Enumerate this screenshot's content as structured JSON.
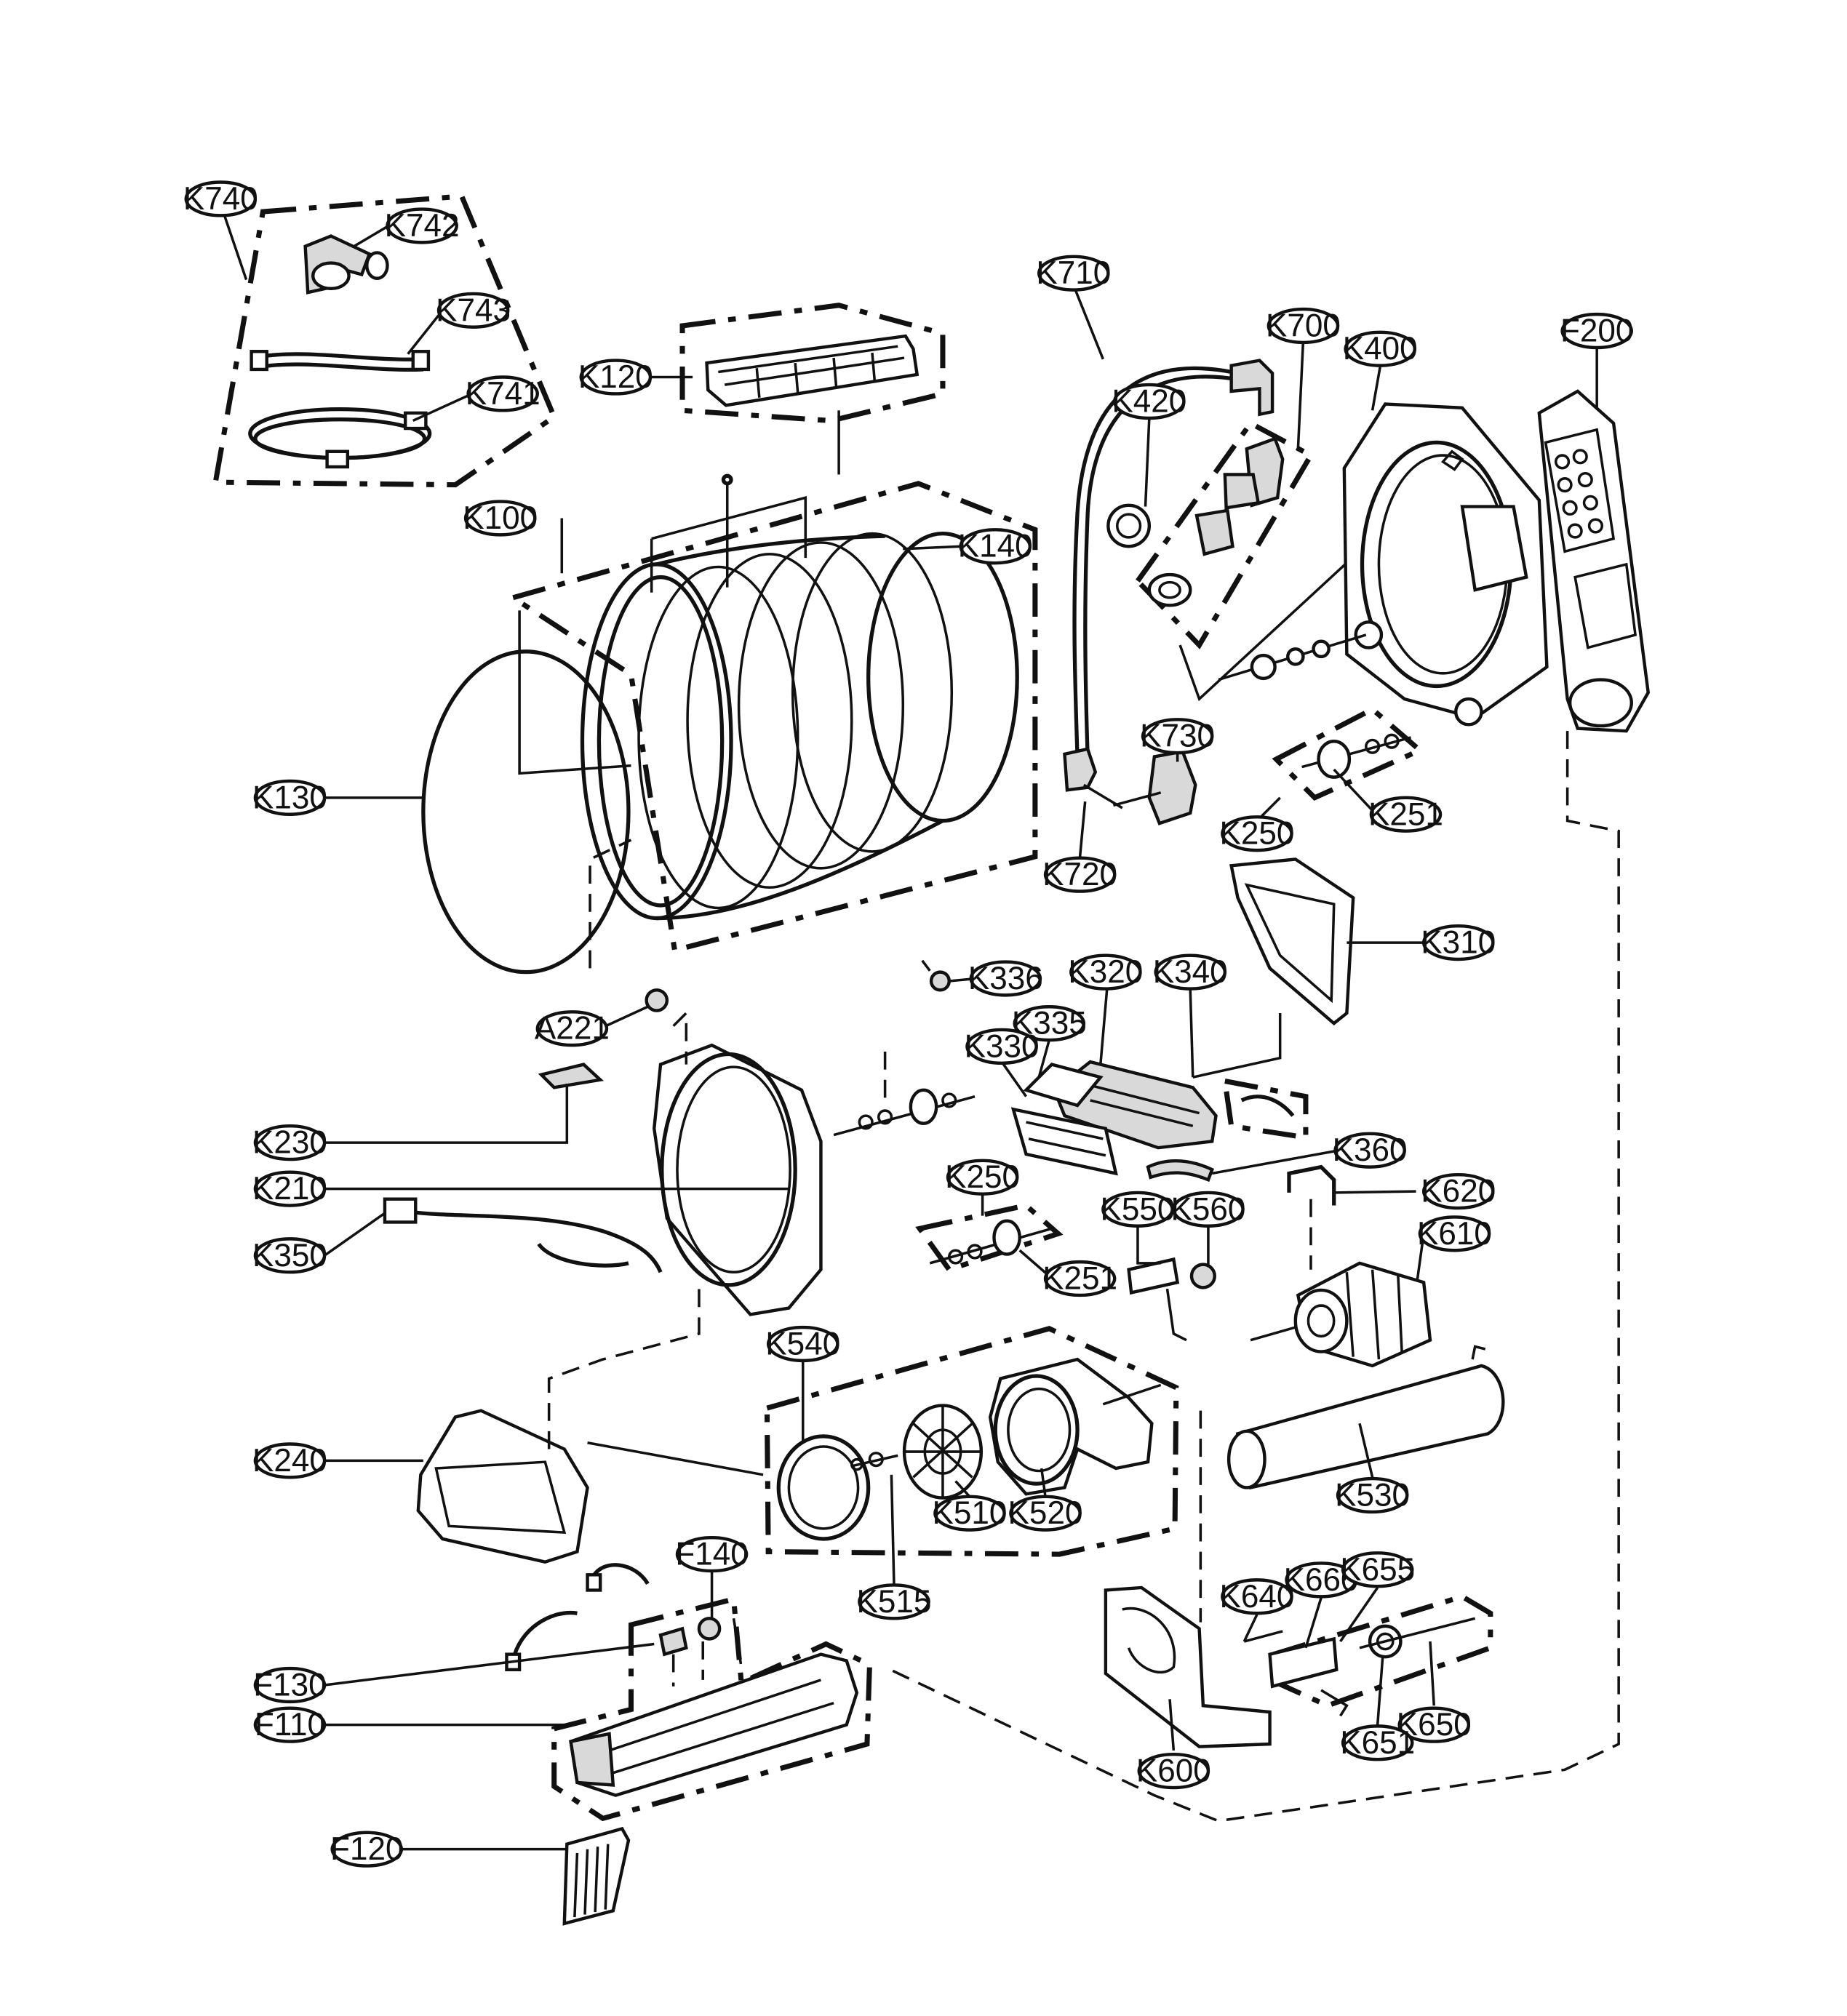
{
  "labels": {
    "K740": "K740",
    "K742": "K742",
    "K743": "K743",
    "K741": "K741",
    "K120": "K120",
    "K100": "K100",
    "K140": "K140",
    "K130": "K130",
    "K710": "K710",
    "K700": "K700",
    "K400": "K400",
    "F200": "F200",
    "K420": "K420",
    "K730": "K730",
    "K720": "K720",
    "K250a": "K250",
    "K251a": "K251",
    "K310": "K310",
    "K336": "K336",
    "K320": "K320",
    "K340": "K340",
    "K335": "K335",
    "K330": "K330",
    "A221": "A221",
    "K230": "K230",
    "K360": "K360",
    "K210": "K210",
    "K250b": "K250",
    "K550": "K550",
    "K560": "K560",
    "K620": "K620",
    "K610": "K610",
    "K350": "K350",
    "K251b": "K251",
    "K540": "K540",
    "K240": "K240",
    "K510": "K510",
    "K520": "K520",
    "K530": "K530",
    "K515": "K515",
    "F140": "F140",
    "K640": "K640",
    "K660": "K660",
    "K655": "K655",
    "F130": "F130",
    "F110": "F110",
    "K650": "K650",
    "K651": "K651",
    "K600": "K600",
    "F120": "F120"
  }
}
